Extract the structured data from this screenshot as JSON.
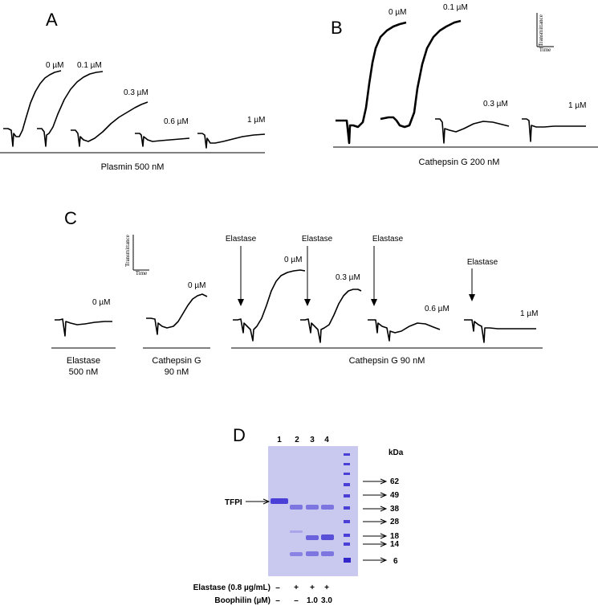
{
  "panels": {
    "A": {
      "letter": "A",
      "concentrations": [
        "0 µM",
        "0.1 µM",
        "0.3 µM",
        "0.6 µM",
        "1 µM"
      ],
      "caption": "Plasmin 500 nM"
    },
    "B": {
      "letter": "B",
      "concentrations": [
        "0 µM",
        "0.1 µM",
        "0.3 µM",
        "1 µM"
      ],
      "caption": "Cathepsin G 200 nM",
      "scale": {
        "y": "Transmittance",
        "x": "Time"
      }
    },
    "C": {
      "letter": "C",
      "scale": {
        "y": "Transmittance",
        "x": "Time"
      },
      "concentrations": [
        "0 µM",
        "0 µM",
        "0 µM",
        "0.3 µM",
        "0.6 µM",
        "1 µM"
      ],
      "arrow_label": "Elastase",
      "captions": {
        "elastase_line1": "Elastase",
        "elastase_line2": "500 nM",
        "cathepsin_line1": "Cathepsin G",
        "cathepsin_line2": "90 nM",
        "group": "Cathepsin G 90 nM"
      }
    },
    "D": {
      "letter": "D",
      "lanes": [
        "1",
        "2",
        "3",
        "4"
      ],
      "kda_label": "kDa",
      "markers": [
        "62",
        "49",
        "38",
        "28",
        "18",
        "14",
        "6"
      ],
      "tfpi_label": "TFPI",
      "elastase_label": "Elastase (0.8 µg/mL)",
      "elastase_row": [
        "–",
        "+",
        "+",
        "+"
      ],
      "boophilin_label": "Boophilin (µM)",
      "boophilin_row": [
        "–",
        "–",
        "1.0",
        "3.0"
      ],
      "gel_color": "#c9c8ee",
      "band_color": "#4a3fd6"
    }
  }
}
